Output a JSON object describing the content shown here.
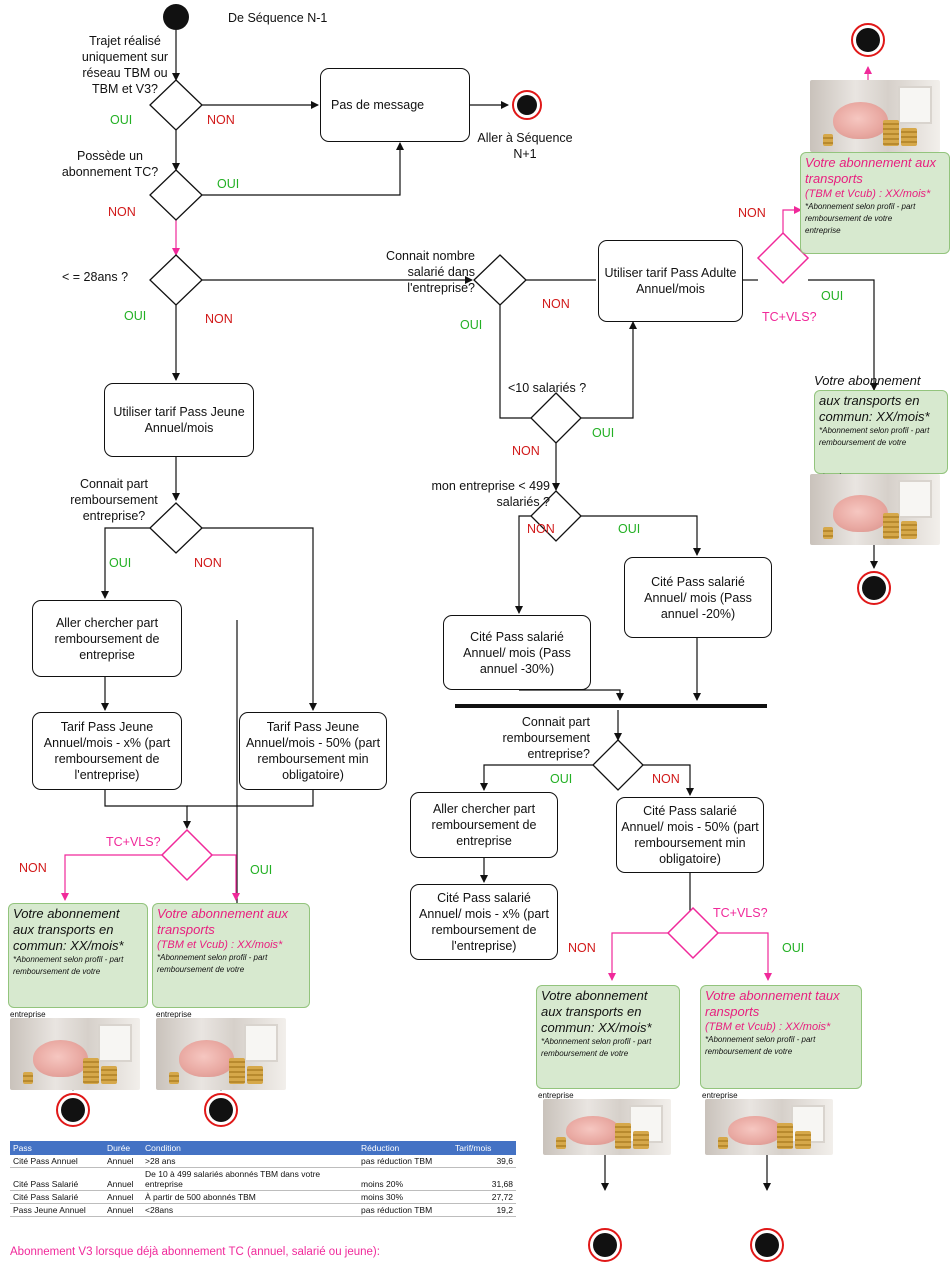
{
  "start_label": "De Séquence N-1",
  "nodes": {
    "q_trajet": "Trajet réalisé uniquement sur réseau TBM ou TBM et V3?",
    "q_possede": "Possède un abonnement TC?",
    "q_age": "< = 28ans ?",
    "pas_message": "Pas de message",
    "aller_sequence": "Aller à Séquence N+1",
    "pass_jeune": "Utiliser tarif Pass Jeune Annuel/mois",
    "q_part_jeune": "Connait part remboursement entreprise?",
    "aller_chercher_1": "Aller chercher part remboursement de entreprise",
    "tarif_jeune_x": "Tarif Pass Jeune Annuel/mois - x% (part remboursement de l'entreprise)",
    "tarif_jeune_50": "Tarif Pass Jeune Annuel/mois - 50% (part remboursement min obligatoire)",
    "q_nb_salaries": "Connait nombre salarié dans l'entreprise?",
    "pass_adulte": "Utiliser tarif Pass Adulte Annuel/mois",
    "q_10": "<10 salariés ?",
    "q_499": "mon entreprise < 499 salariés ?",
    "cite_20": "Cité Pass salarié Annuel/ mois (Pass annuel -20%)",
    "cite_30": "Cité Pass salarié Annuel/ mois (Pass annuel -30%)",
    "q_part_salarie": "Connait part remboursement entreprise?",
    "aller_chercher_2": "Aller chercher part remboursement de entreprise",
    "cite_50": "Cité Pass salarié Annuel/ mois - 50% (part remboursement min obligatoire)",
    "cite_x": "Cité Pass salarié Annuel/ mois - x% (part remboursement de l'entreprise)",
    "tcvls": "TC+VLS?"
  },
  "labels": {
    "oui": "OUI",
    "non": "NON"
  },
  "cards": {
    "tc_title": "Votre abonnement aux transports en commun: XX/mois*",
    "tc_line1": "Votre abonnement",
    "tc_line2": "aux transports en",
    "tc_line3": "commun: XX/mois*",
    "vls_title_a": "Votre abonnement aux transports",
    "vls_title_b": "Votre abonnement taux ransports",
    "vls_sub": "(TBM et Vcub) : XX/mois*",
    "note": "*Abonnement selon profil - part remboursement de votre",
    "entreprise": "entreprise"
  },
  "table": {
    "headers": [
      "Pass",
      "Durée",
      "Condition",
      "Réduction",
      "Tarif/mois"
    ],
    "rows": [
      [
        "Cité Pass Annuel",
        "Annuel",
        ">28 ans",
        "pas réduction TBM",
        "39,6"
      ],
      [
        "Cité Pass Salarié",
        "Annuel",
        "De 10 à 499 salariés abonnés TBM dans votre entreprise",
        "moins 20%",
        "31,68"
      ],
      [
        "Cité Pass Salarié",
        "Annuel",
        "À partir de 500 abonnés TBM",
        "moins 30%",
        "27,72"
      ],
      [
        "Pass Jeune Annuel",
        "Annuel",
        "<28ans",
        "pas réduction TBM",
        "19,2"
      ]
    ]
  },
  "footnote": "Abonnement V3 lorsque déjà abonnement TC (annuel, salarié ou jeune):",
  "colors": {
    "pink": "#f0299a",
    "green": "#23b024",
    "red": "#d11919",
    "card_bg": "#d7e9cf",
    "card_border": "#93c47d",
    "table_header": "#4472c4"
  }
}
